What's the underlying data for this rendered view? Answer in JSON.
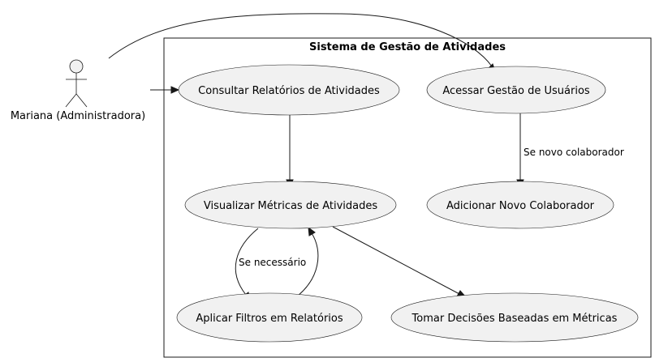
{
  "system": {
    "title": "Sistema de Gestão de Atividades"
  },
  "actor": {
    "name": "Mariana (Administradora)"
  },
  "use_cases": {
    "consultar": "Consultar Relatórios de Atividades",
    "acessar": "Acessar Gestão de Usuários",
    "visualizar": "Visualizar Métricas de Atividades",
    "adicionar": "Adicionar Novo Colaborador",
    "aplicar": "Aplicar Filtros em Relatórios",
    "tomar": "Tomar Decisões Baseadas em Métricas"
  },
  "edge_labels": {
    "novo_colaborador": "Se novo colaborador",
    "necessario": "Se necessário"
  },
  "colors": {
    "use_case_fill": "#f1f1f1",
    "stroke": "#181818",
    "background": "#ffffff"
  }
}
